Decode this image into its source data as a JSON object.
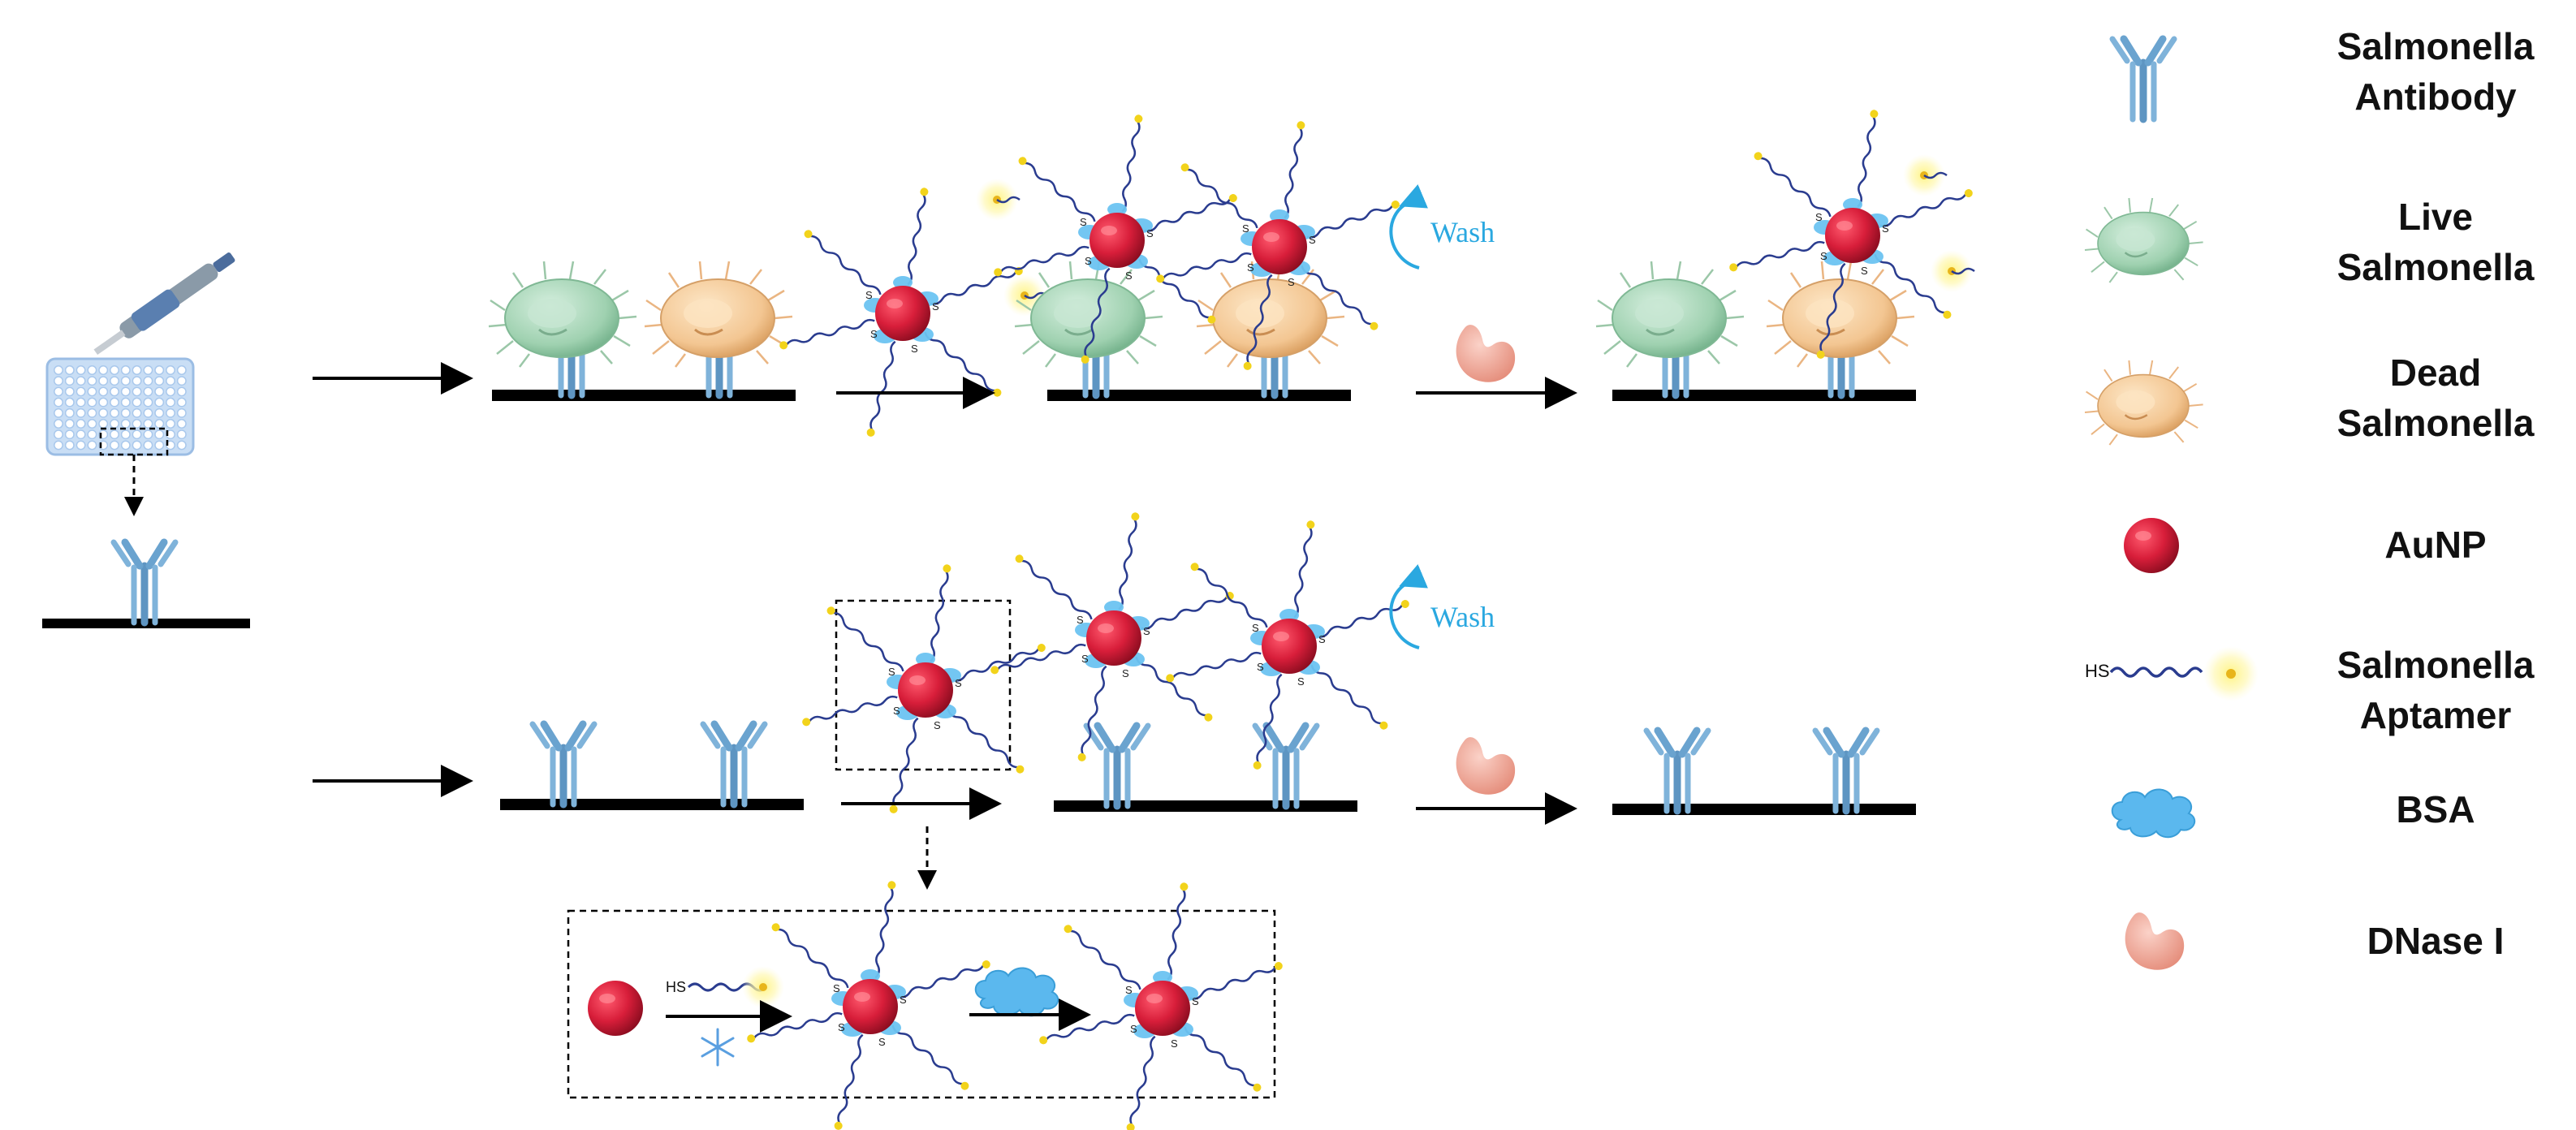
{
  "legend": {
    "antibody": {
      "line1": "Salmonella",
      "line2": "Antibody"
    },
    "live": {
      "line1": "Live",
      "line2": "Salmonella"
    },
    "dead": {
      "line1": "Dead",
      "line2": "Salmonella"
    },
    "aunp": {
      "line1": "AuNP"
    },
    "aptamer": {
      "line1": "Salmonella",
      "line2": "Aptamer"
    },
    "bsa": {
      "line1": "BSA"
    },
    "dnase": {
      "line1": "DNase I"
    }
  },
  "labels": {
    "wash": "Wash",
    "hs": "HS",
    "sulfur": "S"
  },
  "colors": {
    "antibody": "#6aa3cf",
    "live_bacteria": "#9fd1b0",
    "dead_bacteria": "#f3c692",
    "aunp": "#d81e3a",
    "aptamer": "#2a3c8f",
    "aptamer_tip": "#f2d31b",
    "bsa": "#5bb8ee",
    "dnase": "#f0a99a",
    "wash": "#2aa8e0",
    "surface": "#000000",
    "plate": "#c9def5"
  }
}
